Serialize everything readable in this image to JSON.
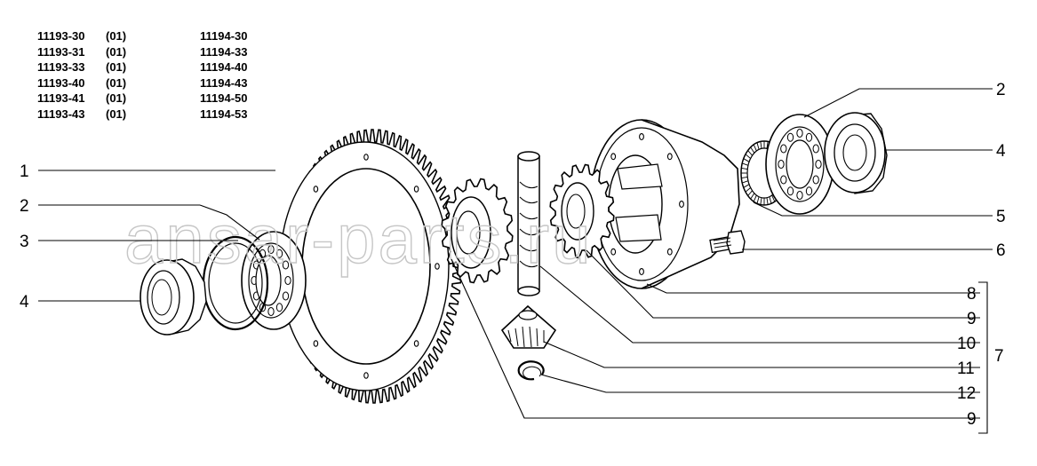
{
  "models": [
    {
      "left": "11193-30",
      "mid": "(01)",
      "right": "11194-30"
    },
    {
      "left": "11193-31",
      "mid": "(01)",
      "right": "11194-33"
    },
    {
      "left": "11193-33",
      "mid": "(01)",
      "right": "11194-40"
    },
    {
      "left": "11193-40",
      "mid": "(01)",
      "right": "11194-43"
    },
    {
      "left": "11193-41",
      "mid": "(01)",
      "right": "11194-50"
    },
    {
      "left": "11193-43",
      "mid": "(01)",
      "right": "11194-53"
    }
  ],
  "watermark": "ansar-parts.ru",
  "callouts": {
    "c1": "1",
    "c2l": "2",
    "c3": "3",
    "c4l": "4",
    "c2r": "2",
    "c4r": "4",
    "c5": "5",
    "c6": "6",
    "c8": "8",
    "c9a": "9",
    "c10": "10",
    "c11": "11",
    "c12": "12",
    "c9b": "9",
    "c7": "7"
  }
}
